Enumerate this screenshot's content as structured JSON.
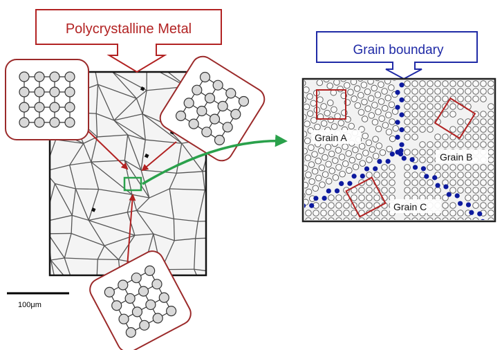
{
  "labels": {
    "polycrystalline_metal": "Polycrystalline Metal",
    "grain_boundary": "Grain boundary",
    "grain_a": "Grain A",
    "grain_b": "Grain B",
    "grain_c": "Grain C",
    "scale_bar": "100μm"
  },
  "colors": {
    "metal_callout": "#b22222",
    "boundary_callout": "#1f2aa6",
    "boundary_atoms": "#0d1a9e",
    "zoom_box": "#2aa14b",
    "grain_frames": "#b22222"
  }
}
